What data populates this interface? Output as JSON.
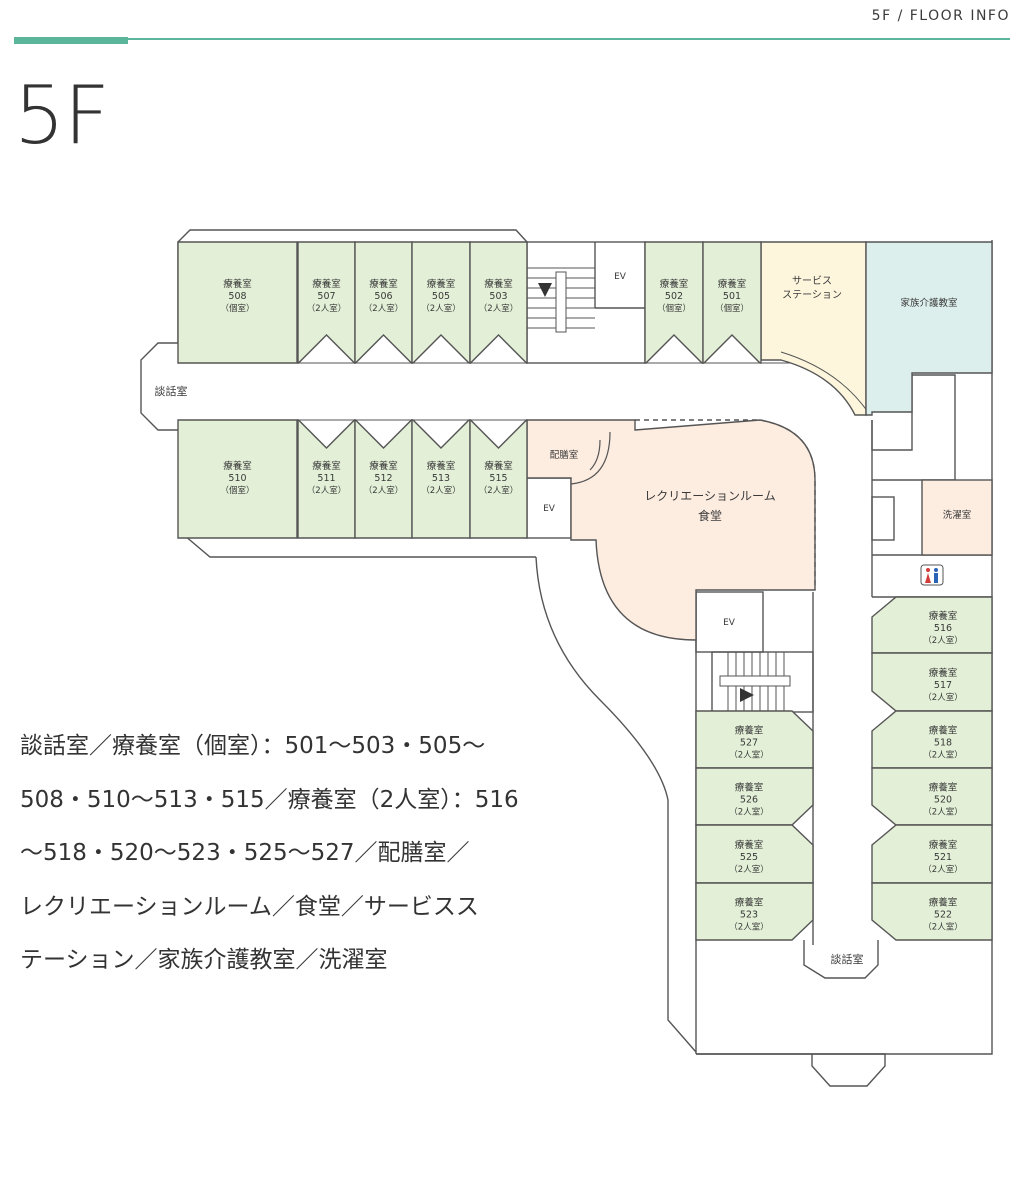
{
  "header": {
    "label": "5F / FLOOR INFO",
    "accent_color": "#5bb59a"
  },
  "floor": {
    "title": "5F"
  },
  "colors": {
    "care_room": "#e3f0d7",
    "service_station": "#fdf6dd",
    "family_room": "#dcefec",
    "dining": "#fdece0",
    "wall": "#555555"
  },
  "plan": {
    "care_label": "療養室",
    "single_label": "（個室）",
    "double_label": "（2人室）",
    "top_rooms": [
      {
        "num": "508",
        "cap": "（個室）"
      },
      {
        "num": "507",
        "cap": "（2人室）"
      },
      {
        "num": "506",
        "cap": "（2人室）"
      },
      {
        "num": "505",
        "cap": "（2人室）"
      },
      {
        "num": "503",
        "cap": "（2人室）"
      },
      {
        "num": "502",
        "cap": "（個室）"
      },
      {
        "num": "501",
        "cap": "（個室）"
      }
    ],
    "mid_rooms": [
      {
        "num": "510",
        "cap": "（個室）"
      },
      {
        "num": "511",
        "cap": "（2人室）"
      },
      {
        "num": "512",
        "cap": "（2人室）"
      },
      {
        "num": "513",
        "cap": "（2人室）"
      },
      {
        "num": "515",
        "cap": "（2人室）"
      }
    ],
    "right_rooms": [
      {
        "num": "516",
        "cap": "（2人室）"
      },
      {
        "num": "517",
        "cap": "（2人室）"
      },
      {
        "num": "518",
        "cap": "（2人室）"
      },
      {
        "num": "520",
        "cap": "（2人室）"
      },
      {
        "num": "521",
        "cap": "（2人室）"
      },
      {
        "num": "522",
        "cap": "（2人室）"
      }
    ],
    "left_rooms": [
      {
        "num": "527",
        "cap": "（2人室）"
      },
      {
        "num": "526",
        "cap": "（2人室）"
      },
      {
        "num": "525",
        "cap": "（2人室）"
      },
      {
        "num": "523",
        "cap": "（2人室）"
      }
    ],
    "lounge_left": "談話室",
    "lounge_bottom": "談話室",
    "ev": "EV",
    "service_station_line1": "サービス",
    "service_station_line2": "ステーション",
    "family_room": "家族介護教室",
    "pantry": "配膳室",
    "dining_line1": "レクリエーションルーム",
    "dining_line2": "食堂",
    "laundry": "洗濯室",
    "toilet_icon": "restroom-icon"
  },
  "legend": {
    "lines": [
      "談話室／療養室（個室）：501〜503・505〜",
      "508・510〜513・515／療養室（2人室）：516",
      "〜518・520〜523・525〜527／配膳室／",
      "レクリエーションルーム／食堂／サービスス",
      "テーション／家族介護教室／洗濯室"
    ]
  }
}
